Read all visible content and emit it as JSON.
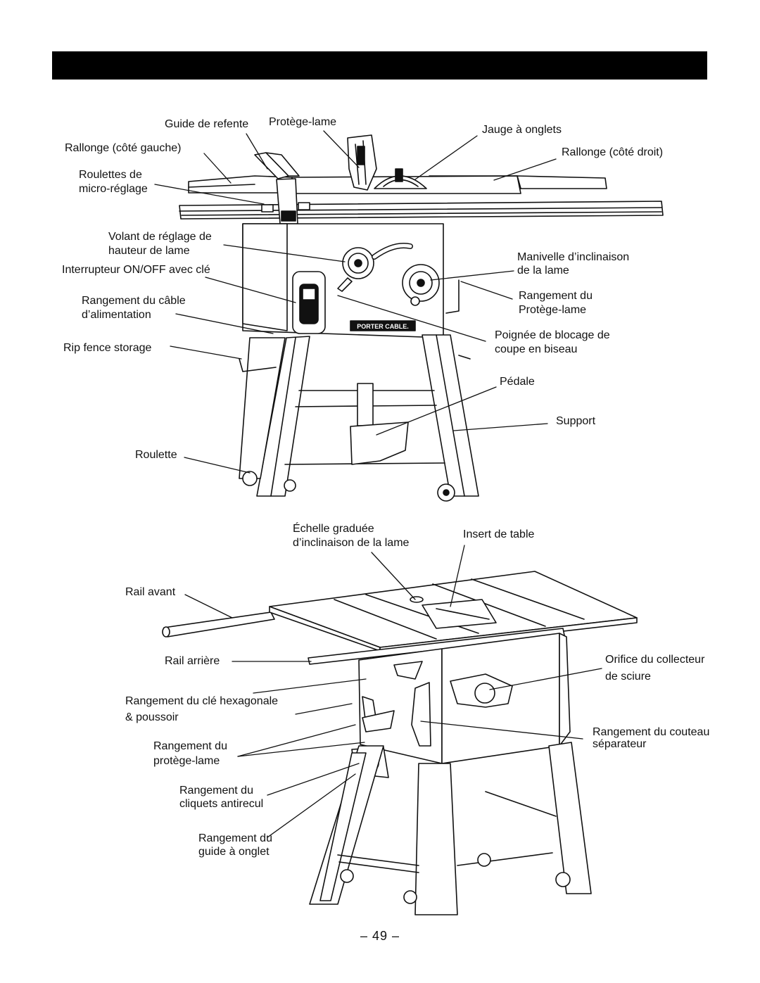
{
  "page": {
    "number": "– 49 –"
  },
  "top_diagram": {
    "brand": "PORTER CABLE.",
    "labels": {
      "rip_fence": "Guide de refente",
      "blade_guard": "Protège-lame",
      "miter_gauge": "Jauge à onglets",
      "ext_left": "Rallonge (côté gauche)",
      "ext_right": "Rallonge (côté droit)",
      "micro_wheels_1": "Roulettes de",
      "micro_wheels_2": "micro-réglage",
      "height_wheel_1": "Volant de réglage de",
      "height_wheel_2": "hauteur de lame",
      "power_switch": "Interrupteur ON/OFF avec clé",
      "bevel_crank_1": "Manivelle d’inclinaison",
      "bevel_crank_2": "de la lame",
      "cord_storage_1": "Rangement du câble",
      "cord_storage_2": "d’alimentation",
      "guard_storage_1": "Rangement du",
      "guard_storage_2": "Protège-lame",
      "bevel_lock_1": "Poignée de blocage de",
      "bevel_lock_2": "coupe en biseau",
      "rip_fence_storage": "Rip fence storage",
      "pedal": "Pédale",
      "stand": "Support",
      "wheel": "Roulette"
    }
  },
  "bottom_diagram": {
    "labels": {
      "bevel_scale_1": "Échelle graduée",
      "bevel_scale_2": "d’inclinaison de la lame",
      "table_insert": "Insert de table",
      "front_rail": "Rail avant",
      "rear_rail": "Rail arrière",
      "dust_port_1": "Orifice du collecteur",
      "dust_port_2": "de sciure",
      "hex_storage_1": "Rangement du clé hexagonale",
      "hex_storage_2": "& poussoir",
      "riving_storage_1": "Rangement du couteau",
      "riving_storage_2": "séparateur",
      "guard_storage_1": "Rangement du",
      "guard_storage_2": "protège-lame",
      "pawls_storage_1": "Rangement du",
      "pawls_storage_2": "cliquets antirecul",
      "miter_storage_1": "Rangement du",
      "miter_storage_2": "guide à onglet"
    }
  }
}
